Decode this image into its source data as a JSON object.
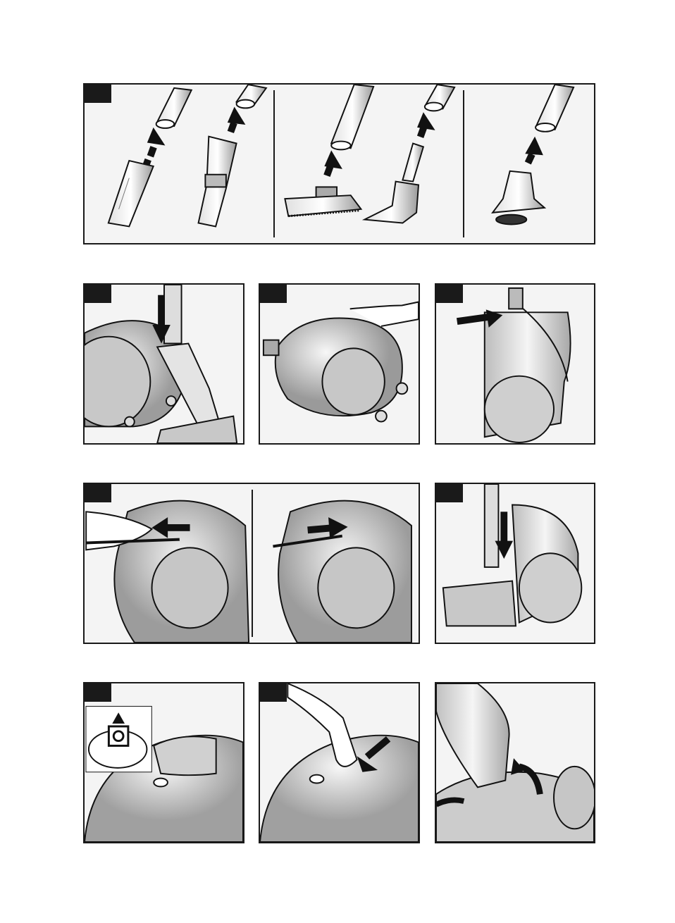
{
  "page": {
    "background": "#ffffff",
    "panel_border": "#1a1a1a",
    "panel_fill": "#f4f4f4",
    "arrow_color": "#111111",
    "body_tone": "#bdbdbd"
  },
  "figures": [
    {
      "id": "fig-1",
      "icon": "nozzle-attach-illustration",
      "sections": 3
    },
    {
      "id": "fig-2",
      "icon": "hose-tube-connect-illustration"
    },
    {
      "id": "fig-3",
      "icon": "carry-handle-illustration"
    },
    {
      "id": "fig-4",
      "icon": "upright-storage-illustration"
    },
    {
      "id": "fig-5",
      "icon": "cable-pull-rewind-illustration",
      "sections": 2
    },
    {
      "id": "fig-6",
      "icon": "tube-parking-illustration"
    },
    {
      "id": "fig-7",
      "icon": "bag-full-indicator-illustration"
    },
    {
      "id": "fig-8",
      "icon": "power-dial-illustration"
    },
    {
      "id": "fig-9",
      "icon": "open-lid-illustration"
    }
  ]
}
